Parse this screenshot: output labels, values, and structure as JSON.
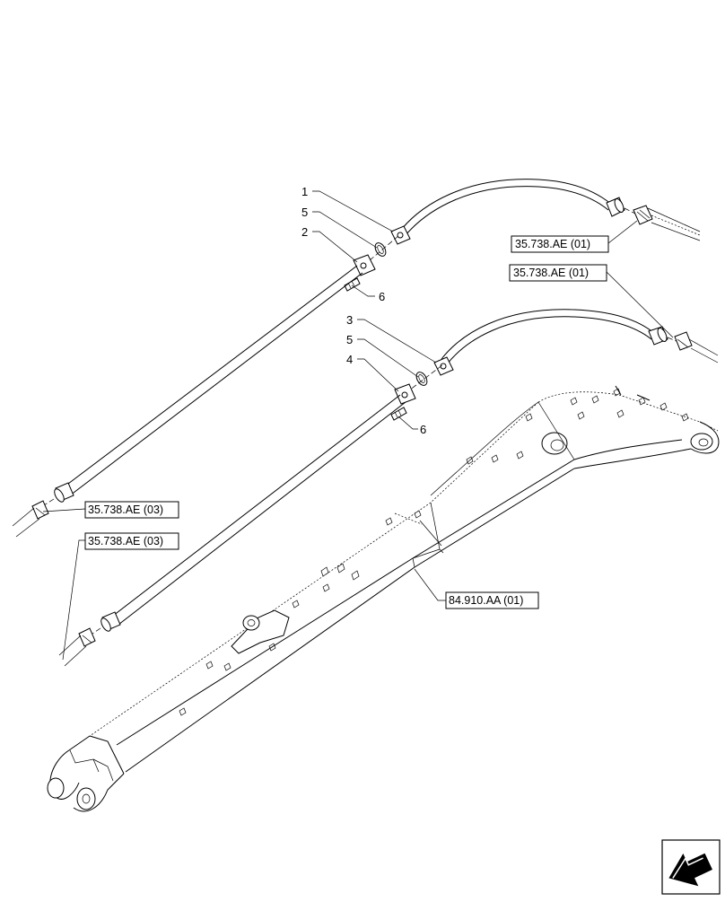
{
  "diagram": {
    "callouts": [
      {
        "id": "c1",
        "label": "1"
      },
      {
        "id": "c5a",
        "label": "5"
      },
      {
        "id": "c2",
        "label": "2"
      },
      {
        "id": "c6a",
        "label": "6"
      },
      {
        "id": "c3",
        "label": "3"
      },
      {
        "id": "c5b",
        "label": "5"
      },
      {
        "id": "c4",
        "label": "4"
      },
      {
        "id": "c6b",
        "label": "6"
      }
    ],
    "references": [
      {
        "id": "ref-top-1",
        "label": "35.738.AE (01)"
      },
      {
        "id": "ref-top-2",
        "label": "35.738.AE (01)"
      },
      {
        "id": "ref-left-1",
        "label": "35.738.AE (03)"
      },
      {
        "id": "ref-left-2",
        "label": "35.738.AE (03)"
      },
      {
        "id": "ref-boom",
        "label": "84.910.AA (01)"
      }
    ],
    "orientation_icon": "direction-arrow-icon"
  }
}
